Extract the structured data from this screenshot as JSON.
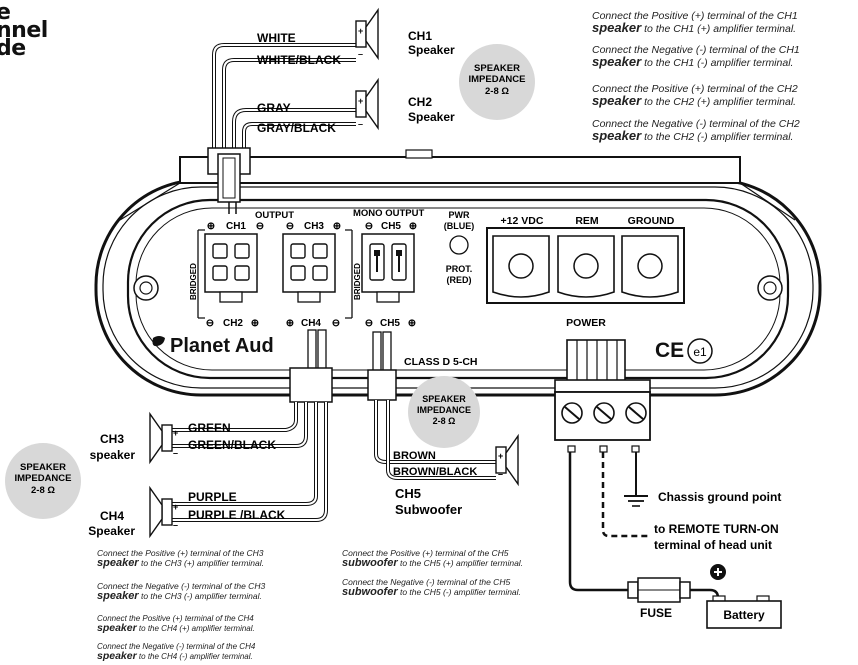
{
  "title_lines": [
    "e",
    "nnel",
    "de"
  ],
  "wires": {
    "white": "WHITE",
    "white_black": "WHITE/BLACK",
    "gray": "GRAY",
    "gray_black": "GRAY/BLACK",
    "green": "GREEN",
    "green_black": "GREEN/BLACK",
    "purple": "PURPLE",
    "purple_black": "PURPLE /BLACK",
    "brown": "BROWN",
    "brown_black": "BROWN/BLACK"
  },
  "speakers": {
    "ch1": [
      "CH1",
      "Speaker"
    ],
    "ch2": [
      "CH2",
      "Speaker"
    ],
    "ch3": [
      "CH3",
      "speaker"
    ],
    "ch4": [
      "CH4",
      "Speaker"
    ],
    "ch5": [
      "CH5",
      "Subwoofer"
    ]
  },
  "impedance": [
    "SPEAKER",
    "IMPEDANCE",
    "2-8 Ω"
  ],
  "amp": {
    "output": "OUTPUT",
    "mono_output": "MONO OUTPUT",
    "ch1": "CH1",
    "ch2": "CH2",
    "ch3": "CH3",
    "ch4": "CH4",
    "ch5": "CH5",
    "bridged": "BRIDGED",
    "pwr": [
      "PWR",
      "(BLUE)"
    ],
    "prot": [
      "PROT.",
      "(RED)"
    ],
    "vdc": "+12 VDC",
    "rem": "REM",
    "ground": "GROUND",
    "power": "POWER",
    "brand": "Planet Aud",
    "class_d": "CLASS D 5-CH",
    "ce": "CE",
    "e1": "e1"
  },
  "power_labels": {
    "chassis": "Chassis ground point",
    "remote": [
      "to REMOTE TURN-ON",
      "terminal of head unit"
    ],
    "fuse": "FUSE",
    "battery": "Battery"
  },
  "notes_top": [
    [
      "Connect the Positive (+)  terminal of the CH1",
      "speaker",
      " to the CH1 (+) amplifier terminal."
    ],
    [
      "Connect the Negative (-) terminal of the CH1",
      "speaker",
      " to the CH1 (-) amplifier terminal."
    ],
    [
      "Connect the Positive (+)  terminal of the CH2",
      "speaker",
      " to the CH2 (+) amplifier terminal."
    ],
    [
      "Connect the Negative (-) terminal of the CH2",
      "speaker",
      " to the CH2 (-) amplifier terminal."
    ]
  ],
  "notes_left": [
    [
      "Connect the Positive (+)  terminal of the CH3",
      "speaker",
      " to the CH3 (+) amplifier terminal."
    ],
    [
      "Connect the Negative (-) terminal of the CH3",
      "speaker",
      " to the CH3 (-) amplifier terminal."
    ],
    [
      "Connect the Positive (+)  terminal of the CH4",
      "speaker",
      " to the CH4 (+) amplifier terminal."
    ],
    [
      "Connect the Negative (-) terminal of the CH4",
      "speaker",
      " to the CH4 (-) amplifier terminal."
    ]
  ],
  "notes_mid": [
    [
      "Connect the Positive (+)  terminal of the CH5",
      "subwoofer",
      " to the CH5 (+) amplifier terminal."
    ],
    [
      "Connect the Negative (-) terminal of the CH5",
      "subwoofer",
      " to the CH5 (-) amplifier terminal."
    ]
  ]
}
